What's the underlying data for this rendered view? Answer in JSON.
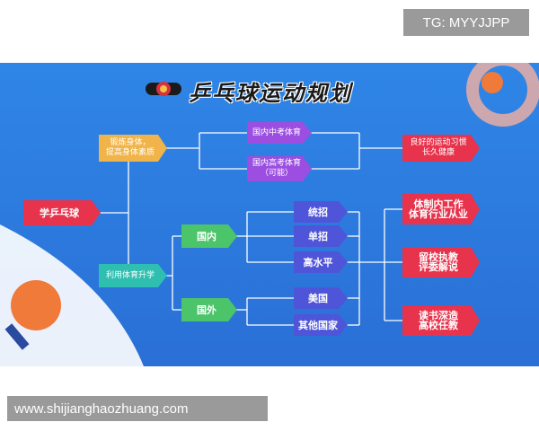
{
  "watermark_top": "TG: MYYJJPP",
  "watermark_bottom": "www.shijianghaozhuang.com",
  "diagram": {
    "title": "乒乓球运动规划",
    "nodes": {
      "start": "学乒乓球",
      "exercise": "锻炼身体，\n提高身体素质",
      "promotion": "利用体育升学",
      "zhongkao": "国内中考体育",
      "gaokao": "国内高考体育\n（可能）",
      "habit": "良好的运动习惯\n长久健康",
      "domestic": "国内",
      "abroad": "国外",
      "tongzhao": "统招",
      "danzhao": "单招",
      "gaoshuiping": "高水平",
      "usa": "美国",
      "others": "其他国家",
      "career": "体制内工作\n体育行业从业",
      "coach": "留校执教\n评委解说",
      "study": "读书深造\n高校任教"
    }
  },
  "colors": {
    "background": "#2f86e6",
    "connector": "#ffffff",
    "orange": "#f0b44a",
    "purple": "#9b4ee0",
    "red": "#e8334d",
    "green": "#4cc46a",
    "teal": "#2fbfb0",
    "blue": "#4f55d8"
  }
}
